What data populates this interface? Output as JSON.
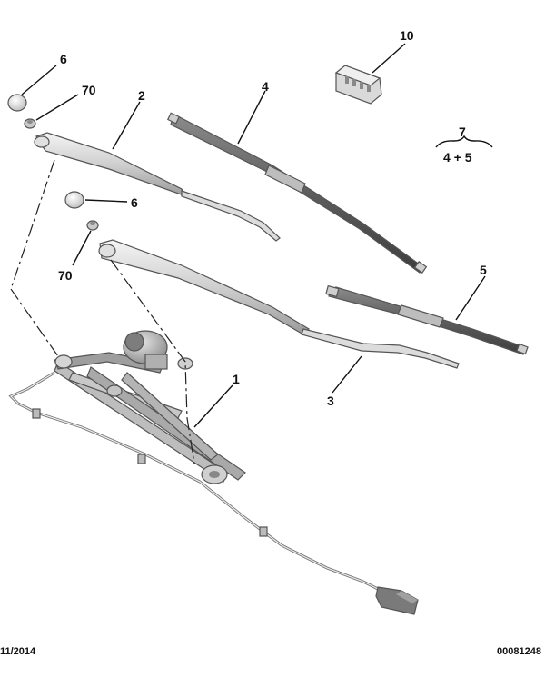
{
  "callouts": {
    "c1": "1",
    "c2": "2",
    "c3": "3",
    "c4": "4",
    "c5": "5",
    "c6a": "6",
    "c6b": "6",
    "c70a": "70",
    "c70b": "70",
    "c10": "10",
    "c7": "7",
    "c7_sub": "4 + 5"
  },
  "footer": {
    "date": "11/2014",
    "reference": "00081248"
  }
}
